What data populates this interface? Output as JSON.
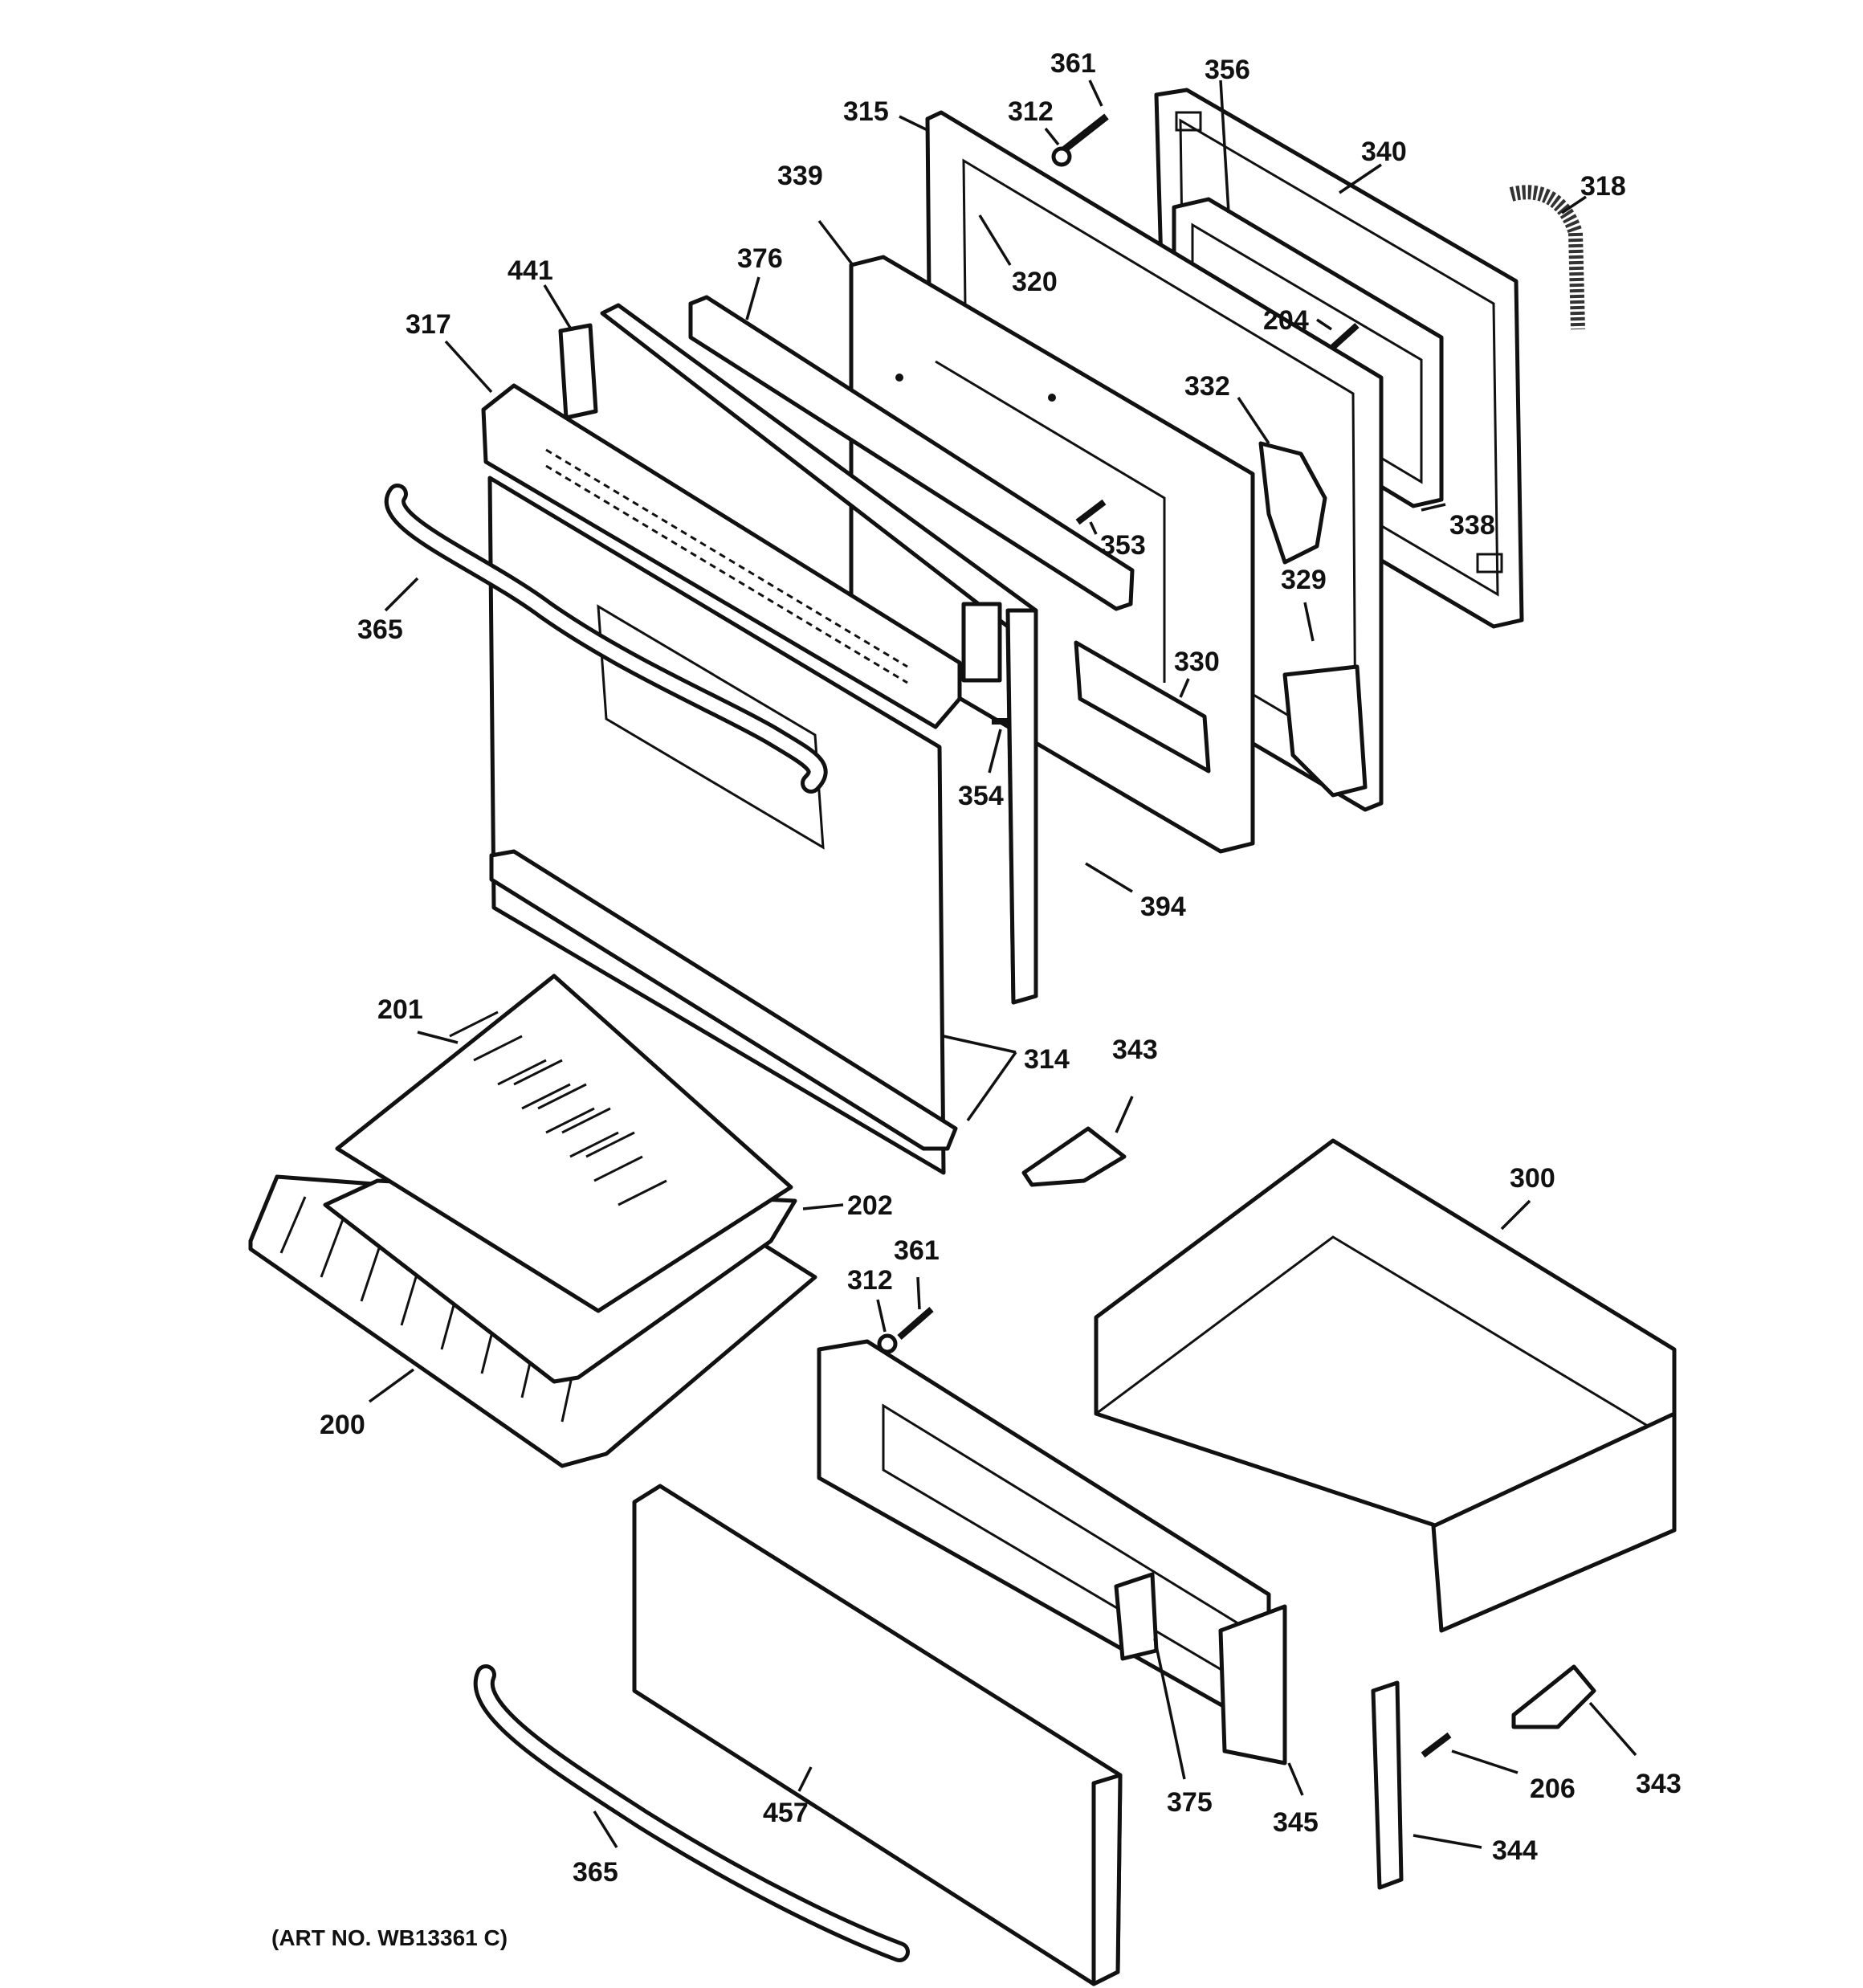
{
  "diagram": {
    "art_number": "(ART NO. WB13361 C)",
    "callouts": {
      "c361a": "361",
      "c356": "356",
      "c312a": "312",
      "c315": "315",
      "c340": "340",
      "c318": "318",
      "c339": "339",
      "c320": "320",
      "c376": "376",
      "c441": "441",
      "c204": "204",
      "c317": "317",
      "c332": "332",
      "c338": "338",
      "c353": "353",
      "c365a": "365",
      "c329": "329",
      "c330": "330",
      "c354": "354",
      "c394": "394",
      "c201": "201",
      "c314": "314",
      "c343a": "343",
      "c300": "300",
      "c202": "202",
      "c361b": "361",
      "c312b": "312",
      "c200": "200",
      "c206": "206",
      "c343b": "343",
      "c457": "457",
      "c375": "375",
      "c345": "345",
      "c344": "344",
      "c365b": "365"
    }
  }
}
